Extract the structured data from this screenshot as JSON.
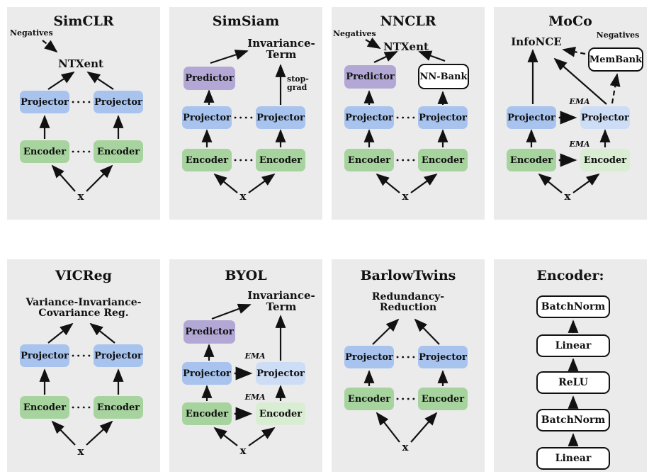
{
  "colors": {
    "panel_bg": "#ebebeb",
    "projector_blue": "#a7c3ee",
    "projector_blue_light": "#cdddf6",
    "encoder_green": "#a7d39e",
    "encoder_green_light": "#d8edd2",
    "predictor_purple": "#b3a8d5",
    "box_white": "#ffffff",
    "line_black": "#111111"
  },
  "panels": {
    "simclr": {
      "title": "SimCLR",
      "negatives": "Negatives",
      "loss": "NTXent",
      "projector_left": "Projector",
      "projector_right": "Projector",
      "encoder_left": "Encoder",
      "encoder_right": "Encoder",
      "input": "x"
    },
    "simsiam": {
      "title": "SimSiam",
      "loss_line1": "Invariance-",
      "loss_line2": "Term",
      "predictor": "Predictor",
      "stopgrad_line1": "stop-",
      "stopgrad_line2": "grad",
      "projector_left": "Projector",
      "projector_right": "Projector",
      "encoder_left": "Encoder",
      "encoder_right": "Encoder",
      "input": "x"
    },
    "nnclr": {
      "title": "NNCLR",
      "negatives": "Negatives",
      "loss": "NTXent",
      "predictor": "Predictor",
      "nn_bank": "NN-Bank",
      "projector_left": "Projector",
      "projector_right": "Projector",
      "encoder_left": "Encoder",
      "encoder_right": "Encoder",
      "input": "x"
    },
    "moco": {
      "title": "MoCo",
      "loss": "InfoNCE",
      "negatives": "Negatives",
      "membank": "MemBank",
      "ema_top": "EMA",
      "ema_bottom": "EMA",
      "projector_left": "Projector",
      "projector_right": "Projector",
      "encoder_left": "Encoder",
      "encoder_right": "Encoder",
      "input": "x"
    },
    "vicreg": {
      "title": "VICReg",
      "loss_line1": "Variance-Invariance-",
      "loss_line2": "Covariance Reg.",
      "projector_left": "Projector",
      "projector_right": "Projector",
      "encoder_left": "Encoder",
      "encoder_right": "Encoder",
      "input": "x"
    },
    "byol": {
      "title": "BYOL",
      "loss_line1": "Invariance-",
      "loss_line2": "Term",
      "predictor": "Predictor",
      "ema_top": "EMA",
      "ema_bottom": "EMA",
      "projector_left": "Projector",
      "projector_right": "Projector",
      "encoder_left": "Encoder",
      "encoder_right": "Encoder",
      "input": "x"
    },
    "barlowtwins": {
      "title": "BarlowTwins",
      "loss_line1": "Redundancy-",
      "loss_line2": "Reduction",
      "projector_left": "Projector",
      "projector_right": "Projector",
      "encoder_left": "Encoder",
      "encoder_right": "Encoder",
      "input": "x"
    },
    "encoder_detail": {
      "title": "Encoder:",
      "layers": [
        "BatchNorm",
        "Linear",
        "ReLU",
        "BatchNorm",
        "Linear"
      ]
    }
  }
}
